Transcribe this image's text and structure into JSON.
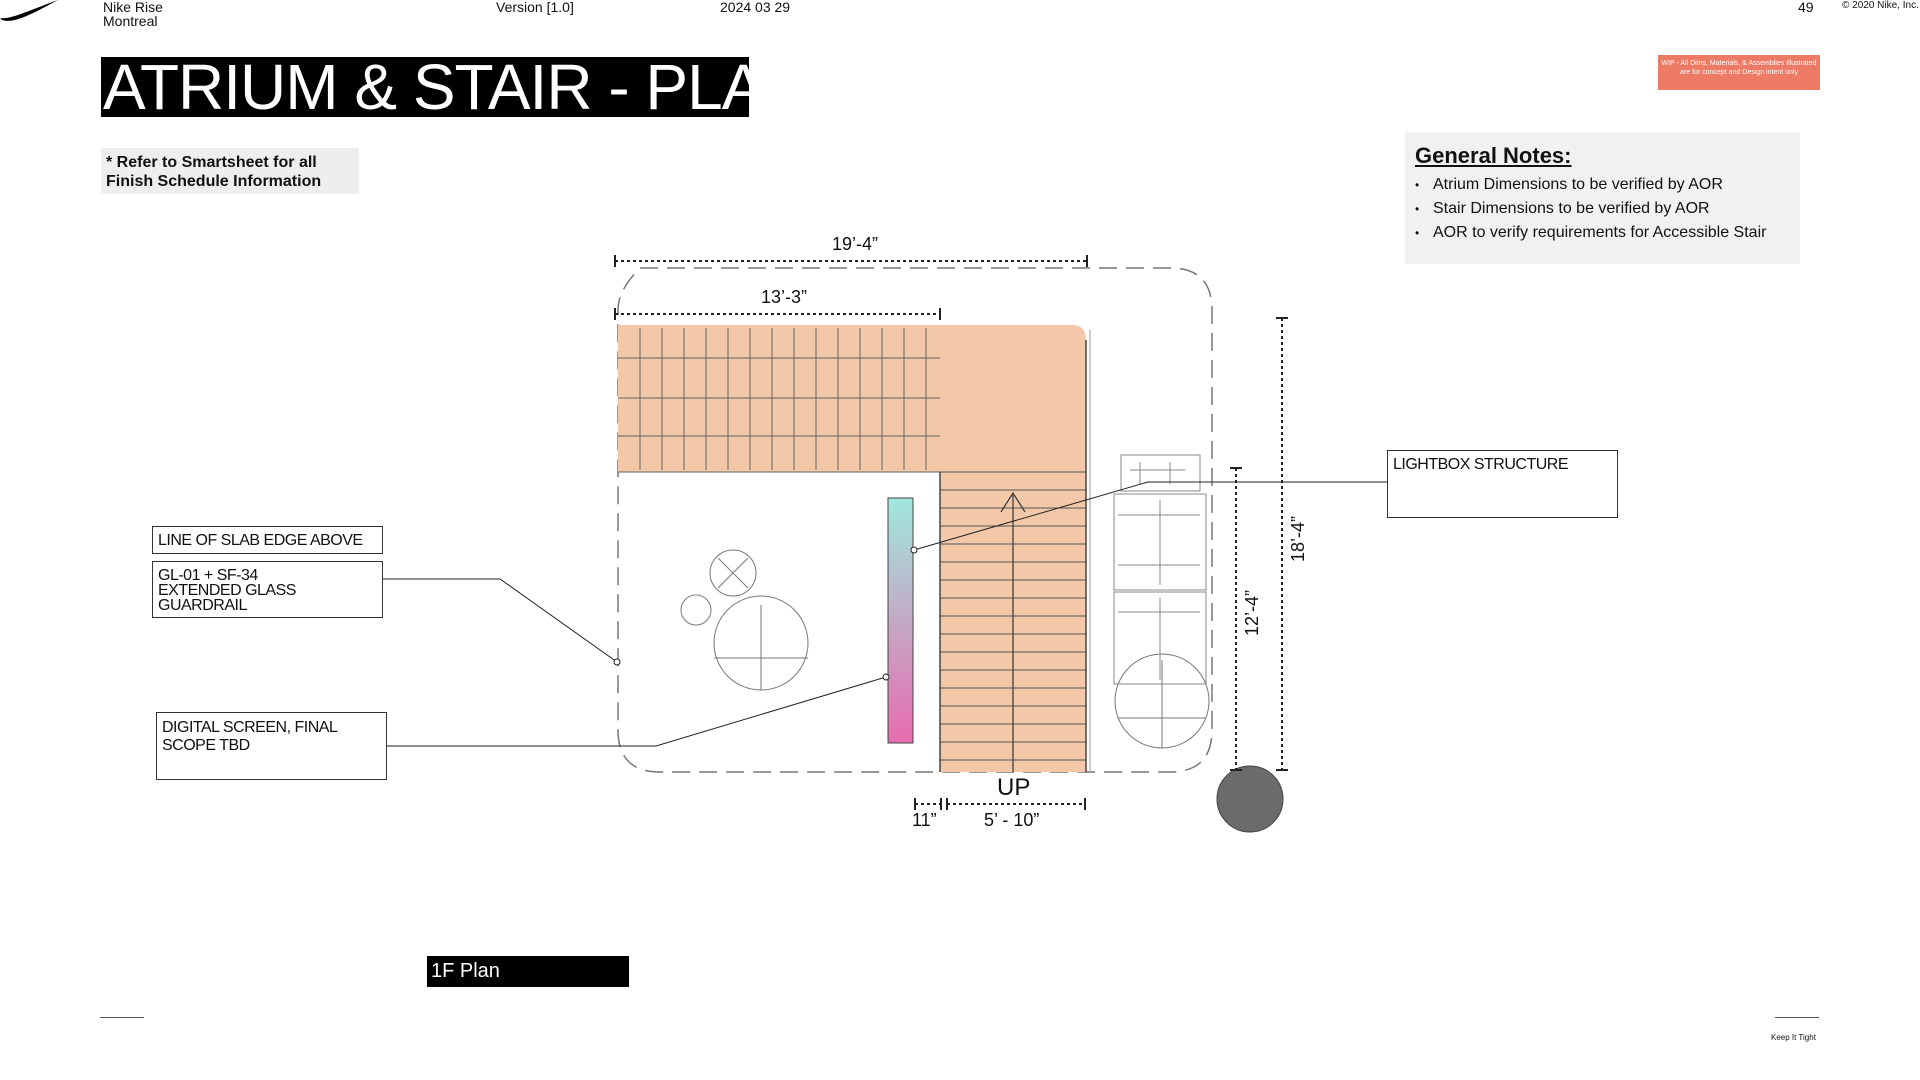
{
  "header": {
    "brand": "Nike Rise",
    "location": "Montreal",
    "version": "Version [1.0]",
    "date": "2024 03 29",
    "page_number": "49",
    "copyright": "© 2020 Nike, Inc."
  },
  "title": "ATRIUM & STAIR - PLAN",
  "wip_note": "WIP - All Dims, Materials, & Assemblies Illustrated are for concept and Design intent only",
  "refer_note": {
    "line1": "* Refer to Smartsheet for all",
    "line2": "Finish Schedule Information"
  },
  "general_notes": {
    "title": "General Notes:",
    "items": [
      "Atrium Dimensions to be verified by AOR",
      "Stair Dimensions to be verified by AOR",
      "AOR to verify requirements for Accessible Stair"
    ]
  },
  "callouts": {
    "slab_edge": "LINE OF SLAB EDGE ABOVE",
    "glass_1": "GL-01 + SF-34",
    "glass_2": "EXTENDED GLASS",
    "glass_3": "GUARDRAIL",
    "screen_1": "DIGITAL SCREEN, FINAL",
    "screen_2": "SCOPE TBD",
    "lightbox": "LIGHTBOX STRUCTURE"
  },
  "dimensions": {
    "overall_width": "19’-4”",
    "upper_width": "13’-3”",
    "overall_height": "18’-4”",
    "inner_height": "12’-4”",
    "landing": "11”",
    "stair_width": "5’ - 10”"
  },
  "stair_label": "UP",
  "plan_label": "1F Plan",
  "footer": "Keep It Tight",
  "colors": {
    "floor": "#f3c8a8",
    "screen_top": "#9fe8dc",
    "screen_bottom": "#e86bb0",
    "wip": "#ed7a64"
  }
}
